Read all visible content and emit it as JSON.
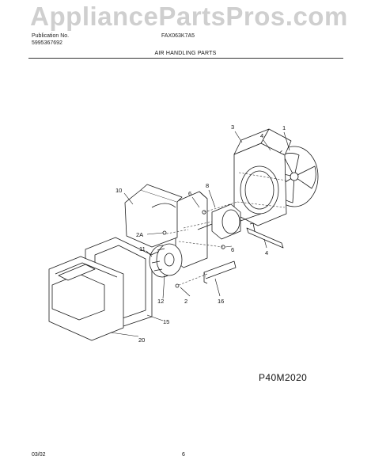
{
  "header": {
    "watermark": "AppliancePartsPros.com",
    "brand": "Publication No.",
    "publication_no": "5995367692",
    "model": "FAX063K7A5",
    "section_title": "AIR HANDLING PARTS"
  },
  "callouts": [
    "1",
    "2",
    "2A",
    "3",
    "4",
    "4",
    "6",
    "6",
    "8",
    "10",
    "11",
    "12",
    "15",
    "16",
    "20"
  ],
  "diagram_code": "P40M2020",
  "footer": {
    "date": "03/02",
    "page_number": "6"
  }
}
